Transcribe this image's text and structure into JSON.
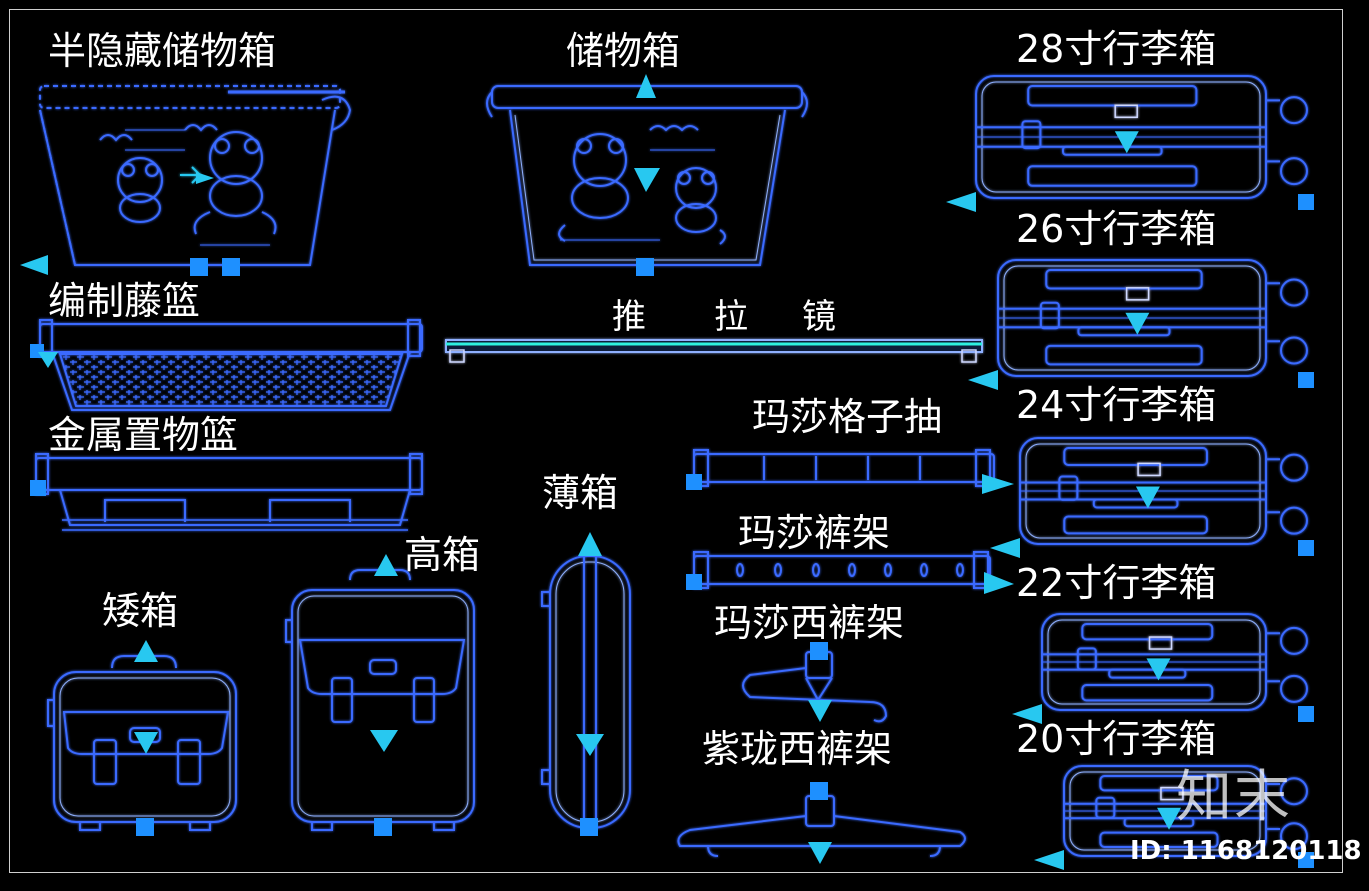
{
  "labels": {
    "semi_hidden_box": "半隐藏储物箱",
    "storage_box": "储物箱",
    "rattan_basket": "编制藤篮",
    "metal_basket": "金属置物篮",
    "push_mirror_1": "推",
    "push_mirror_2": "拉",
    "push_mirror_3": "镜",
    "grid_drawer": "玛莎格子抽",
    "pants_rack": "玛莎裤架",
    "trouser_rack": "玛莎西裤架",
    "purple_trouser_rack": "紫珑西裤架",
    "thin_box": "薄箱",
    "tall_box": "高箱",
    "short_box": "矮箱",
    "luggage_28": "28寸行李箱",
    "luggage_26": "26寸行李箱",
    "luggage_24": "24寸行李箱",
    "luggage_22": "22寸行李箱",
    "luggage_20": "20寸行李箱"
  },
  "watermark": "知末",
  "id_text": "ID: 1168120118",
  "colors": {
    "background": "#000000",
    "line": "#3a6bff",
    "line_light": "#8fb0ff",
    "grip": "#1e90ff",
    "accent_cyan": "#28c8f0",
    "mirror": "#2ff0e0"
  }
}
